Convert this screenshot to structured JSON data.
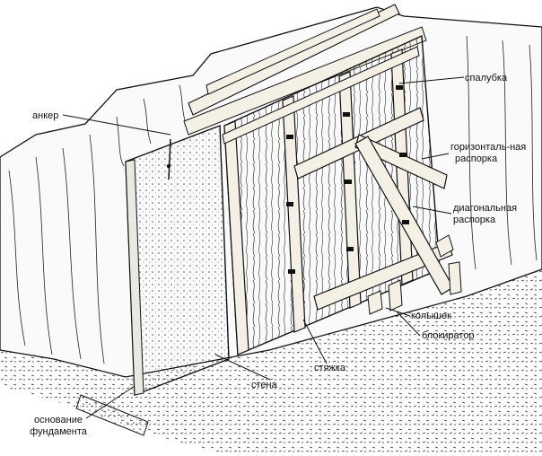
{
  "labels": {
    "anchor": "анкер",
    "formwork": "спалубка",
    "horizontal_brace_1": "горизонталь-ная",
    "horizontal_brace_2": "распорка",
    "diagonal_brace_1": "диагональная",
    "diagonal_brace_2": "распорка",
    "stake": "колышек",
    "blocker": "блокиратор",
    "tie": "стяжка",
    "wall": "стена",
    "foundation_1": "основание",
    "foundation_2": "фундамента"
  },
  "colors": {
    "ink": "#111111",
    "paper": "#ffffff",
    "wood": "#f4f0e6",
    "concrete": "#e9e9e3"
  }
}
